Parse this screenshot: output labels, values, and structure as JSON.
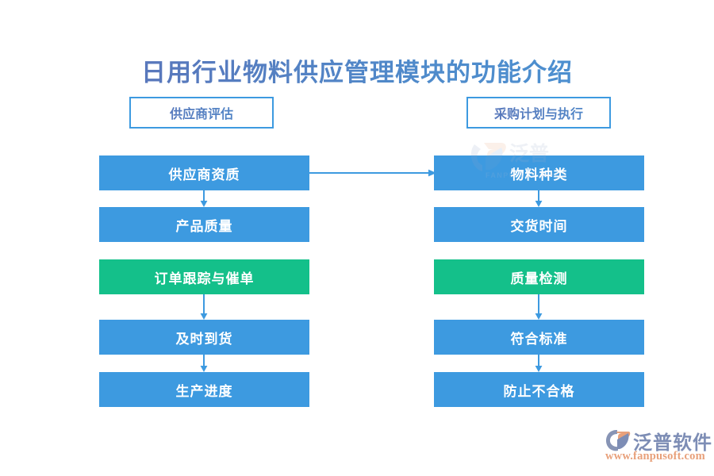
{
  "page": {
    "title": "日用行业物料供应管理模块的功能介绍",
    "background_color": "#ffffff"
  },
  "colors": {
    "blue": "#3d9ae0",
    "green": "#14c08a",
    "title_gradient_start": "#5b74b8",
    "title_gradient_end": "#4a93d4",
    "arrow": "#3d9ae0",
    "logo_name": "#7d8db5",
    "logo_url": "#e8a07a"
  },
  "headers": [
    {
      "id": "supplier-evaluation",
      "label": "供应商评估"
    },
    {
      "id": "purchase-plan-execution",
      "label": "采购计划与执行"
    }
  ],
  "columns": [
    {
      "id": "left-column",
      "header": "供应商评估",
      "boxes": [
        {
          "label": "供应商资质",
          "color": "blue"
        },
        {
          "label": "产品质量",
          "color": "blue"
        },
        {
          "label": "订单跟踪与催单",
          "color": "green"
        },
        {
          "label": "及时到货",
          "color": "blue"
        },
        {
          "label": "生产进度",
          "color": "blue"
        }
      ]
    },
    {
      "id": "right-column",
      "header": "采购计划与执行",
      "boxes": [
        {
          "label": "物料种类",
          "color": "blue"
        },
        {
          "label": "交货时间",
          "color": "blue"
        },
        {
          "label": "质量检测",
          "color": "green"
        },
        {
          "label": "符合标准",
          "color": "blue"
        },
        {
          "label": "防止不合格",
          "color": "blue"
        }
      ]
    }
  ],
  "connectors": {
    "left_vertical": [
      "1-2",
      "3-4",
      "4-5"
    ],
    "right_vertical": [
      "1-2",
      "3-4",
      "4-5"
    ],
    "horizontal": "left-1-to-right-1"
  },
  "branding": {
    "name": "泛普软件",
    "url": "www.fanpusoft.com",
    "watermark_text": "泛普软件",
    "watermark_sub": "FANPU SOFTWARE"
  }
}
